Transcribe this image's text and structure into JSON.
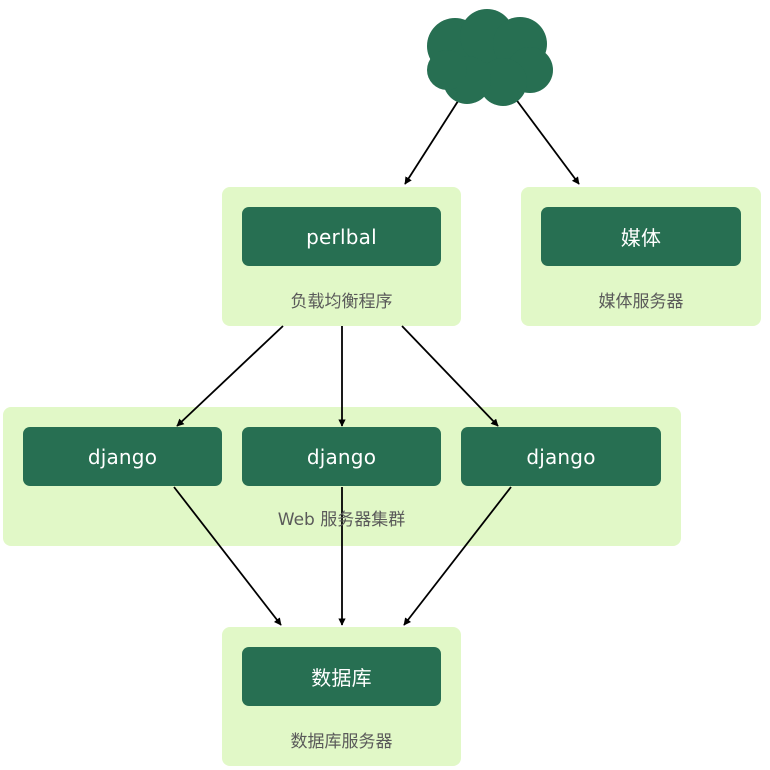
{
  "colors": {
    "group_fill": "#e1f8c7",
    "node_fill": "#276f52",
    "cloud_fill": "#276f52",
    "node_text": "#ffffff",
    "caption_text": "#5a5a5a",
    "edge": "#000000"
  },
  "cloud": {
    "icon": "cloud-icon"
  },
  "load_balancer": {
    "node_label": "perlbal",
    "caption": "负载均衡程序"
  },
  "media": {
    "node_label": "媒体",
    "caption": "媒体服务器"
  },
  "web_cluster": {
    "caption": "Web 服务器集群",
    "nodes": [
      {
        "label": "django"
      },
      {
        "label": "django"
      },
      {
        "label": "django"
      }
    ]
  },
  "database": {
    "node_label": "数据库",
    "caption": "数据库服务器"
  }
}
